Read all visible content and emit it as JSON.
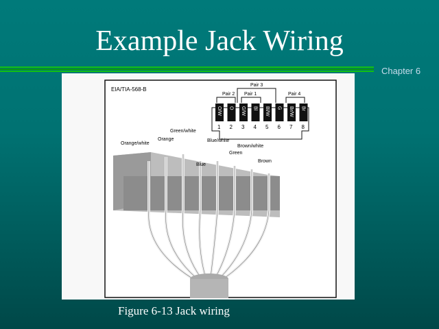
{
  "slide": {
    "title": "Example Jack Wiring",
    "chapter": "Chapter 6",
    "caption": "Figure 6-13  Jack wiring",
    "accent_color": "#12c012",
    "background_color": "#007878"
  },
  "figure": {
    "standard": "EIA/TIA-568-B",
    "pairs": [
      "Pair 2",
      "Pair 1",
      "Pair 3",
      "Pair 4"
    ],
    "pin_codes": [
      "O/W",
      "O",
      "G/W",
      "Bl",
      "Bl/W",
      "G",
      "Br/W",
      "Br"
    ],
    "pin_numbers": [
      "1",
      "2",
      "3",
      "4",
      "5",
      "6",
      "7",
      "8"
    ],
    "wire_labels": [
      "Orange/white",
      "Orange",
      "Green/white",
      "Blue",
      "Blue/white",
      "Green",
      "Brown/white",
      "Brown"
    ]
  }
}
